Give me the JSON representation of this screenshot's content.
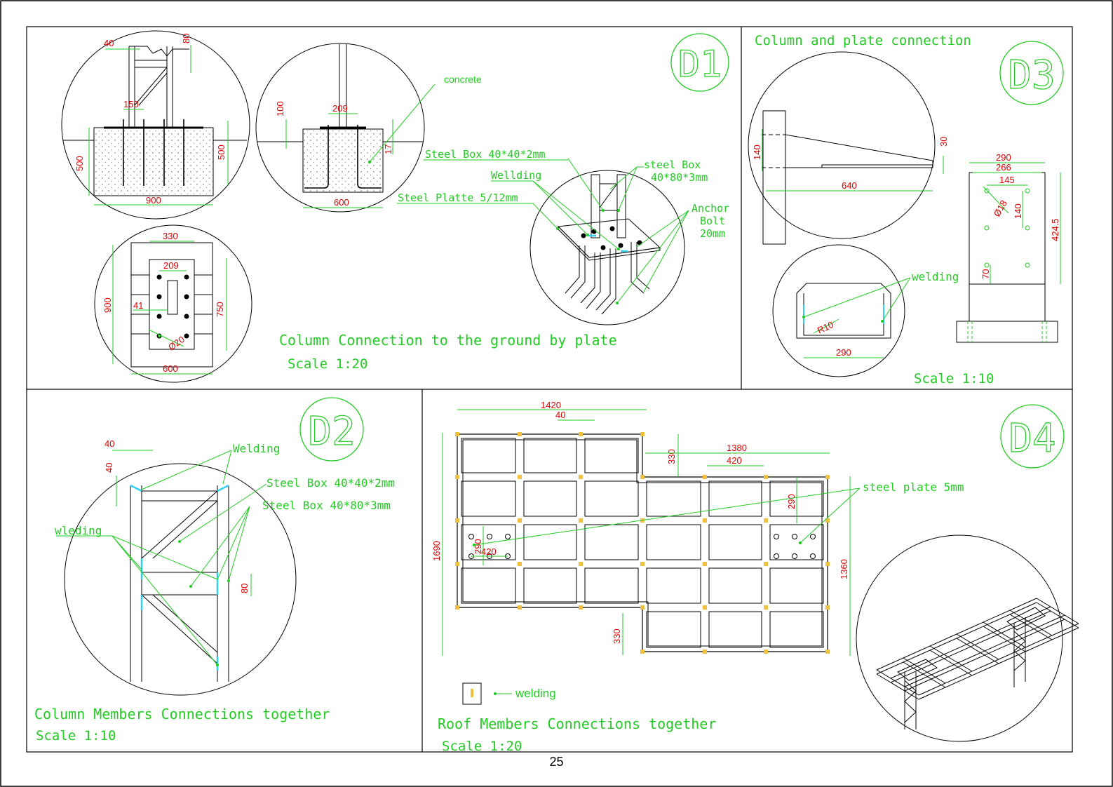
{
  "page_number": "25",
  "d1": {
    "tag": "D1",
    "title": "Column Connection to the ground by plate",
    "scale": "Scale 1:20",
    "concrete_label": "concrete",
    "label_box_40x40": "Steel Box 40*40*2mm",
    "label_welding": "Wellding",
    "label_plate": "Steel Platte 5/12mm",
    "label_box_40x80_l1": "steel Box",
    "label_box_40x80_l2": "40*80*3mm",
    "label_anchor_l1": "Anchor",
    "label_anchor_l2": "Bolt",
    "label_anchor_l3": "20mm",
    "dims": {
      "a40": "40",
      "a80": "80",
      "a150": "150",
      "a500l": "500",
      "a500r": "500",
      "a900": "900",
      "b100": "100",
      "b209": "209",
      "b17": "17",
      "b600": "600",
      "c330": "330",
      "c209": "209",
      "c900": "900",
      "c750": "750",
      "c41": "41",
      "c20": "Ø20",
      "c600": "600"
    }
  },
  "d2": {
    "tag": "D2",
    "title": "Column Members Connections together",
    "scale": "Scale 1:10",
    "label_welding": "Welding",
    "label_box_40x40": "Steel Box 40*40*2mm",
    "label_box_40x80": "Steel Box 40*80*3mm",
    "label_wleding": "wleding",
    "dims": {
      "d40a": "40",
      "d40b": "40",
      "d80": "80"
    }
  },
  "d3": {
    "tag": "D3",
    "title": "Column and plate connection",
    "scale": "Scale 1:10",
    "label_welding": "welding",
    "dims": {
      "e140": "140",
      "e30": "30",
      "e640": "640",
      "f290": "290",
      "f266": "266",
      "f145": "145",
      "f18": "Ø18",
      "f140": "140",
      "f424": "424.5",
      "f70": "70",
      "g10": "R10",
      "g290": "290"
    }
  },
  "d4": {
    "tag": "D4",
    "title": "Roof Members Connections together",
    "scale": "Scale 1:20",
    "label_plate": "steel plate 5mm",
    "legend_welding": "welding",
    "dims": {
      "h1420": "1420",
      "h40": "40",
      "h330a": "330",
      "h1380": "1380",
      "h420a": "420",
      "h290a": "290",
      "h290b": "290",
      "h420b": "420",
      "h1690": "1690",
      "h1360": "1360",
      "h330b": "330"
    }
  },
  "colors": {
    "dim_text": "#e00000",
    "annotation": "#22cc22",
    "weld_cyan": "#2fd0f0",
    "weld_yellow": "#f0c040"
  }
}
